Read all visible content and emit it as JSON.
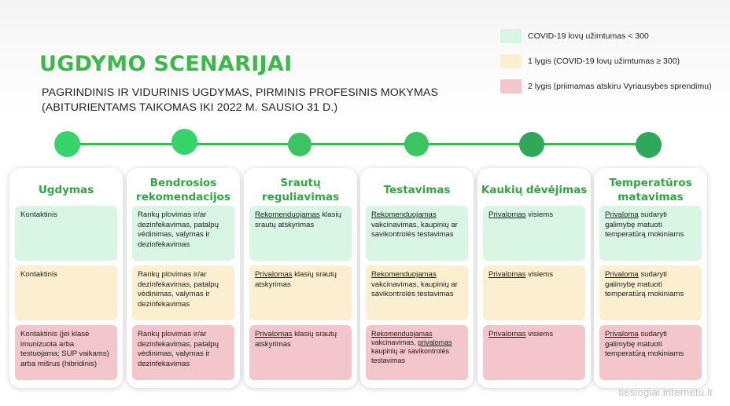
{
  "title": "UGDYMO SCENARIJAI",
  "subtitle_line1": "PAGRINDINIS IR VIDURINIS UGDYMAS, PIRMINIS PROFESINIS MOKYMAS",
  "subtitle_line2": "(ABITURIENTAMS TAIKOMAS IKI 2022 M. SAUSIO 31 D.)",
  "legend": [
    {
      "label": "COVID-19 lovų užimtumas < 300",
      "color": "#d9f6e4"
    },
    {
      "label": "1 lygis (COVID-19 lovų užimtumas ≥ 300)",
      "color": "#fbefcf"
    },
    {
      "label": "2 lygis (priimamas atskiru Vyriausybės sprendimu)",
      "color": "#f2c6ca"
    }
  ],
  "colors": {
    "accent": "#3db84a",
    "timeline": "#3bba52",
    "dot_light": "#37d46b",
    "dot_mid": "#3cc462",
    "dot_dark": "#2fa85a"
  },
  "columns": [
    {
      "header": "Ugdymas",
      "cells": [
        {
          "parts": [
            {
              "t": "Kontaktinis",
              "u": false
            }
          ]
        },
        {
          "parts": [
            {
              "t": "Kontaktinis",
              "u": false
            }
          ]
        },
        {
          "parts": [
            {
              "t": "Kontaktinis (jei klasė imunizuota arba testuojama; SUP vaikams) arba mišrus (hibridinis)",
              "u": false
            }
          ]
        }
      ]
    },
    {
      "header": "Bendrosios rekomendacijos",
      "cells": [
        {
          "parts": [
            {
              "t": "Rankų plovimas ir/ar dezinfekavimas, patalpų vėdinimas, valymas ir dezinfekavimas",
              "u": false
            }
          ]
        },
        {
          "parts": [
            {
              "t": "Rankų plovimas ir/ar dezinfekavimas, patalpų vėdinimas, valymas ir dezinfekavimas",
              "u": false
            }
          ]
        },
        {
          "parts": [
            {
              "t": "Rankų plovimas ir/ar dezinfekavimas, patalpų vėdinimas, valymas ir dezinfekavimas",
              "u": false
            }
          ]
        }
      ]
    },
    {
      "header": "Srautų reguliavimas",
      "cells": [
        {
          "parts": [
            {
              "t": "Rekomenduojamas",
              "u": true
            },
            {
              "t": " klasių srautų atskyrimas",
              "u": false
            }
          ]
        },
        {
          "parts": [
            {
              "t": "Privalomas",
              "u": true
            },
            {
              "t": " klasių srautų atskyrimas",
              "u": false
            }
          ]
        },
        {
          "parts": [
            {
              "t": "Privalomas",
              "u": true
            },
            {
              "t": " klasių srautų atskyrimas",
              "u": false
            }
          ]
        }
      ]
    },
    {
      "header": "Testavimas",
      "cells": [
        {
          "parts": [
            {
              "t": "Rekomenduojamas",
              "u": true
            },
            {
              "t": " vakcinavimas, kaupinių ar savikontrolės testavimas",
              "u": false
            }
          ]
        },
        {
          "parts": [
            {
              "t": "Rekomenduojamas",
              "u": true
            },
            {
              "t": " vakcinavimas, kaupinių ar savikontrolės testavimas",
              "u": false
            }
          ]
        },
        {
          "parts": [
            {
              "t": "Rekomenduojamas",
              "u": true
            },
            {
              "t": " vakcinavimas, ",
              "u": false
            },
            {
              "t": "privalomas",
              "u": true
            },
            {
              "t": " kaupinių ar savikontrolės testavimas",
              "u": false
            }
          ],
          "small": true
        }
      ]
    },
    {
      "header": "Kaukių dėvėjimas",
      "cells": [
        {
          "parts": [
            {
              "t": "Privalomas",
              "u": true
            },
            {
              "t": " visiems",
              "u": false
            }
          ]
        },
        {
          "parts": [
            {
              "t": "Privalomas",
              "u": true
            },
            {
              "t": " visiems",
              "u": false
            }
          ]
        },
        {
          "parts": [
            {
              "t": "Privalomas",
              "u": true
            },
            {
              "t": " visiems",
              "u": false
            }
          ]
        }
      ]
    },
    {
      "header": "Temperatūros matavimas",
      "cells": [
        {
          "parts": [
            {
              "t": "Privaloma",
              "u": true
            },
            {
              "t": " sudaryti galimybę matuoti temperatūrą mokiniams",
              "u": false
            }
          ]
        },
        {
          "parts": [
            {
              "t": "Privaloma",
              "u": true
            },
            {
              "t": " sudaryti galimybę matuoti temperatūrą mokiniams",
              "u": false
            }
          ]
        },
        {
          "parts": [
            {
              "t": "Privaloma",
              "u": true
            },
            {
              "t": " sudaryti galimybę matuoti temperatūrą mokiniams",
              "u": false
            }
          ]
        }
      ]
    }
  ],
  "watermark": "tiesiogiai.internetu.lt"
}
